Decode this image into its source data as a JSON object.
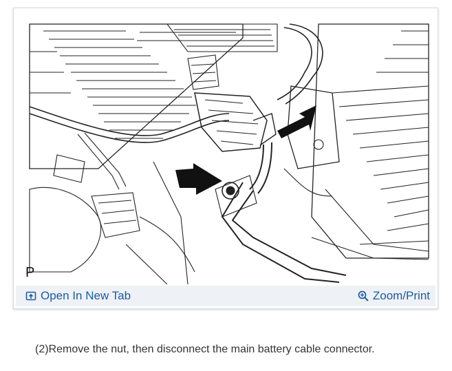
{
  "figure": {
    "corner_letter": "P",
    "illustration_subject": "engine-bay-line-drawing",
    "arrow_count": 2
  },
  "actions": {
    "open_new_tab": {
      "label": "Open In New Tab",
      "icon": "open-in-new-tab-icon"
    },
    "zoom_print": {
      "label": "Zoom/Print",
      "icon": "magnifier-plus-icon"
    }
  },
  "caption": {
    "text": "(2)Remove the nut, then disconnect the main battery cable connector."
  },
  "colors": {
    "link": "#1b5aa6",
    "action_bar_bg": "#eef2f6",
    "caption_text": "#333333"
  }
}
